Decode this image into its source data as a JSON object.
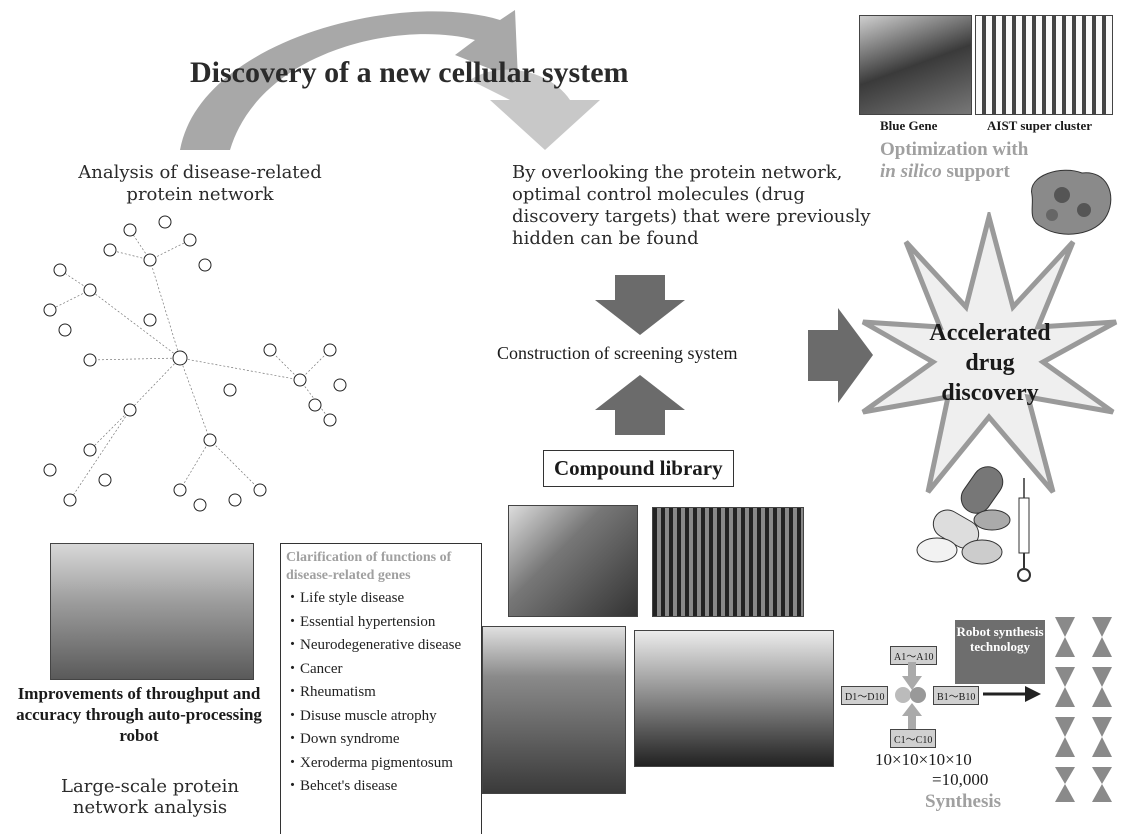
{
  "title": "Discovery of a new cellular system",
  "network_caption": "Analysis of disease-related protein network",
  "overlook_text": "By overlooking the protein network, optimal control molecules (drug discovery targets) that were previously hidden can be found",
  "screening_label": "Construction of screening system",
  "compound_library_label": "Compound library",
  "accelerated_label": "Accelerated drug discovery",
  "blue_gene_label": "Blue Gene",
  "aist_label": "AIST super cluster",
  "optimization_line1": "Optimization with",
  "optimization_italic": "in silico",
  "optimization_suffix": " support",
  "robot_caption": "Improvements of throughput and accuracy through auto-processing robot",
  "large_scale_caption": "Large-scale protein network analysis",
  "functions_box": {
    "heading": "Clarification of functions of disease-related genes",
    "items": [
      "・Life style disease",
      "・Essential hypertension",
      "・Neurodegenerative disease",
      "・Cancer",
      "・Rheumatism",
      "・Disuse muscle atrophy",
      "・Down syndrome",
      "・Xeroderma pigmentosum",
      "・Behcet's disease"
    ]
  },
  "synthesis": {
    "robot_label": "Robot synthesis technology",
    "chip_a": "A1～A10",
    "chip_b": "B1～B10",
    "chip_c": "C1～C10",
    "chip_d": "D1～D10",
    "formula_line1": "10×10×10×10",
    "formula_line2": "=10,000",
    "label": "Synthesis"
  },
  "colors": {
    "arc": "#a8a8a8",
    "dark_arrow": "#6b6b6b",
    "highlight_gray": "#a0a0a0"
  }
}
